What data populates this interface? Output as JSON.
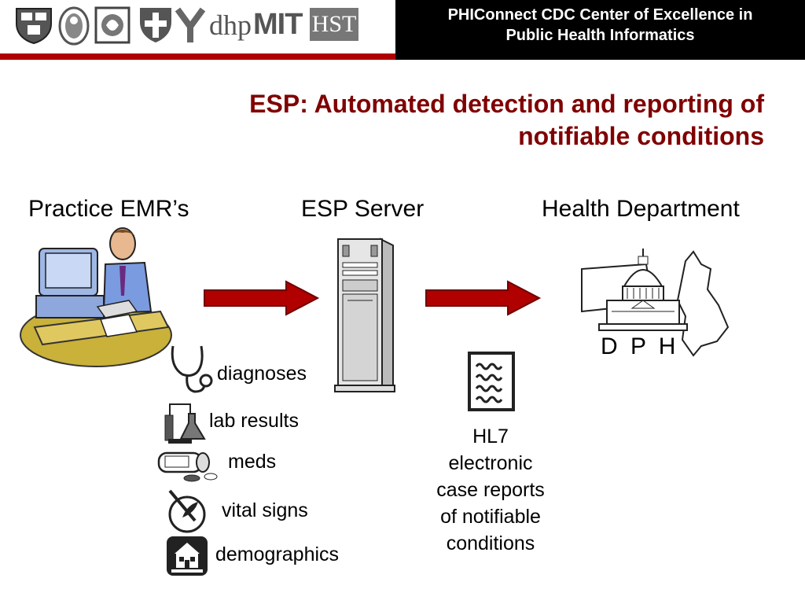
{
  "header": {
    "title_line1": "PHIConnect CDC Center of Excellence in",
    "title_line2": "Public Health Informatics",
    "logos": [
      "harvard-shield-logo",
      "medallion-logo",
      "seal-logo",
      "shield-logo",
      "y-logo",
      "dhp-logo",
      "mit-logo",
      "hst-logo"
    ],
    "logo_text": {
      "dhp": "dhp",
      "mit": "MIT",
      "hst": "HST"
    }
  },
  "slide": {
    "title_line1": "ESP:  Automated detection and reporting of",
    "title_line2": "notifiable conditions"
  },
  "columns": {
    "left": "Practice EMR’s",
    "middle": "ESP Server",
    "right": "Health Department"
  },
  "data_items": [
    {
      "label": "diagnoses",
      "icon": "stethoscope-icon"
    },
    {
      "label": "lab results",
      "icon": "lab-flask-icon"
    },
    {
      "label": "meds",
      "icon": "pill-bottle-icon"
    },
    {
      "label": "vital signs",
      "icon": "thermometer-icon"
    },
    {
      "label": "demographics",
      "icon": "house-icon"
    }
  ],
  "dph_label": "D P H",
  "report": {
    "line1": "HL7",
    "line2": "electronic",
    "line3": "case reports",
    "line4": "of notifiable",
    "line5": "conditions"
  },
  "colors": {
    "title": "#800000",
    "arrow": "#b00000",
    "header_bg": "#000000",
    "header_text": "#ffffff",
    "logo_bar": "#b00000"
  }
}
